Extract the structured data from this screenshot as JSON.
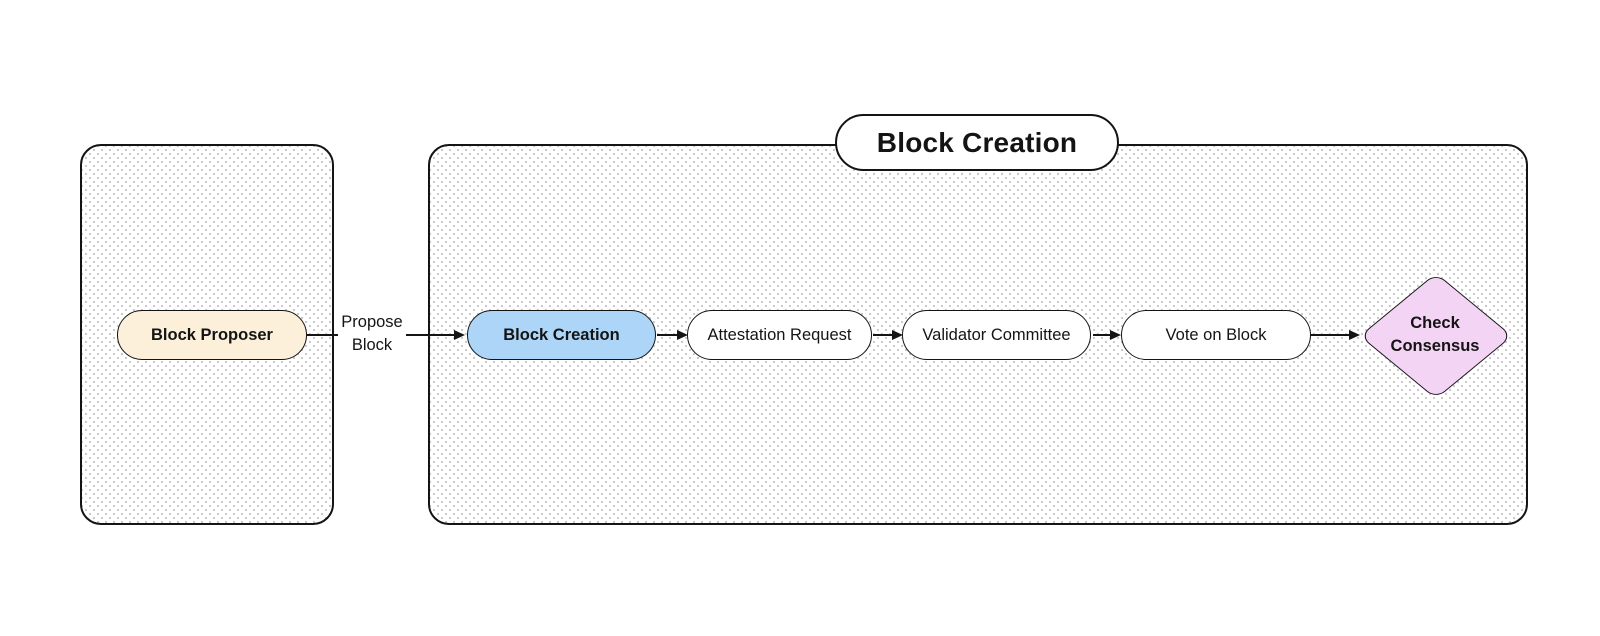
{
  "diagram": {
    "type": "flowchart",
    "direction": "left-to-right",
    "title": "Block Creation",
    "groups": [
      {
        "name": "proposer-lane",
        "label": ""
      },
      {
        "name": "block-creation-lane",
        "label": "Block Creation"
      }
    ],
    "nodes": [
      {
        "id": "block-proposer",
        "label": "Block Proposer",
        "shape": "pill",
        "fill": "#fcf0da",
        "bold": true,
        "group": "proposer-lane"
      },
      {
        "id": "block-creation",
        "label": "Block Creation",
        "shape": "pill",
        "fill": "#acd5f7",
        "bold": true,
        "group": "block-creation-lane"
      },
      {
        "id": "attestation-request",
        "label": "Attestation Request",
        "shape": "pill",
        "fill": "#ffffff",
        "bold": false,
        "group": "block-creation-lane"
      },
      {
        "id": "validator-committee",
        "label": "Validator Committee",
        "shape": "pill",
        "fill": "#ffffff",
        "bold": false,
        "group": "block-creation-lane"
      },
      {
        "id": "vote-on-block",
        "label": "Vote on Block",
        "shape": "pill",
        "fill": "#ffffff",
        "bold": false,
        "group": "block-creation-lane"
      },
      {
        "id": "check-consensus",
        "label": "Check Consensus",
        "line1": "Check",
        "line2": "Consensus",
        "shape": "diamond",
        "fill": "#f4d4f4",
        "bold": true,
        "group": "block-creation-lane"
      }
    ],
    "edges": [
      {
        "from": "block-proposer",
        "to": "block-creation",
        "label": "Propose Block",
        "line1": "Propose",
        "line2": "Block"
      },
      {
        "from": "block-creation",
        "to": "attestation-request",
        "label": ""
      },
      {
        "from": "attestation-request",
        "to": "validator-committee",
        "label": ""
      },
      {
        "from": "validator-committee",
        "to": "vote-on-block",
        "label": ""
      },
      {
        "from": "vote-on-block",
        "to": "check-consensus",
        "label": ""
      }
    ],
    "colors": {
      "background": "#ffffff",
      "ink": "#141414",
      "container_dots": "#c9c9c9",
      "node_cream": "#fcf0da",
      "node_blue": "#acd5f7",
      "node_pink": "#f4d4f4",
      "node_white": "#ffffff"
    }
  }
}
